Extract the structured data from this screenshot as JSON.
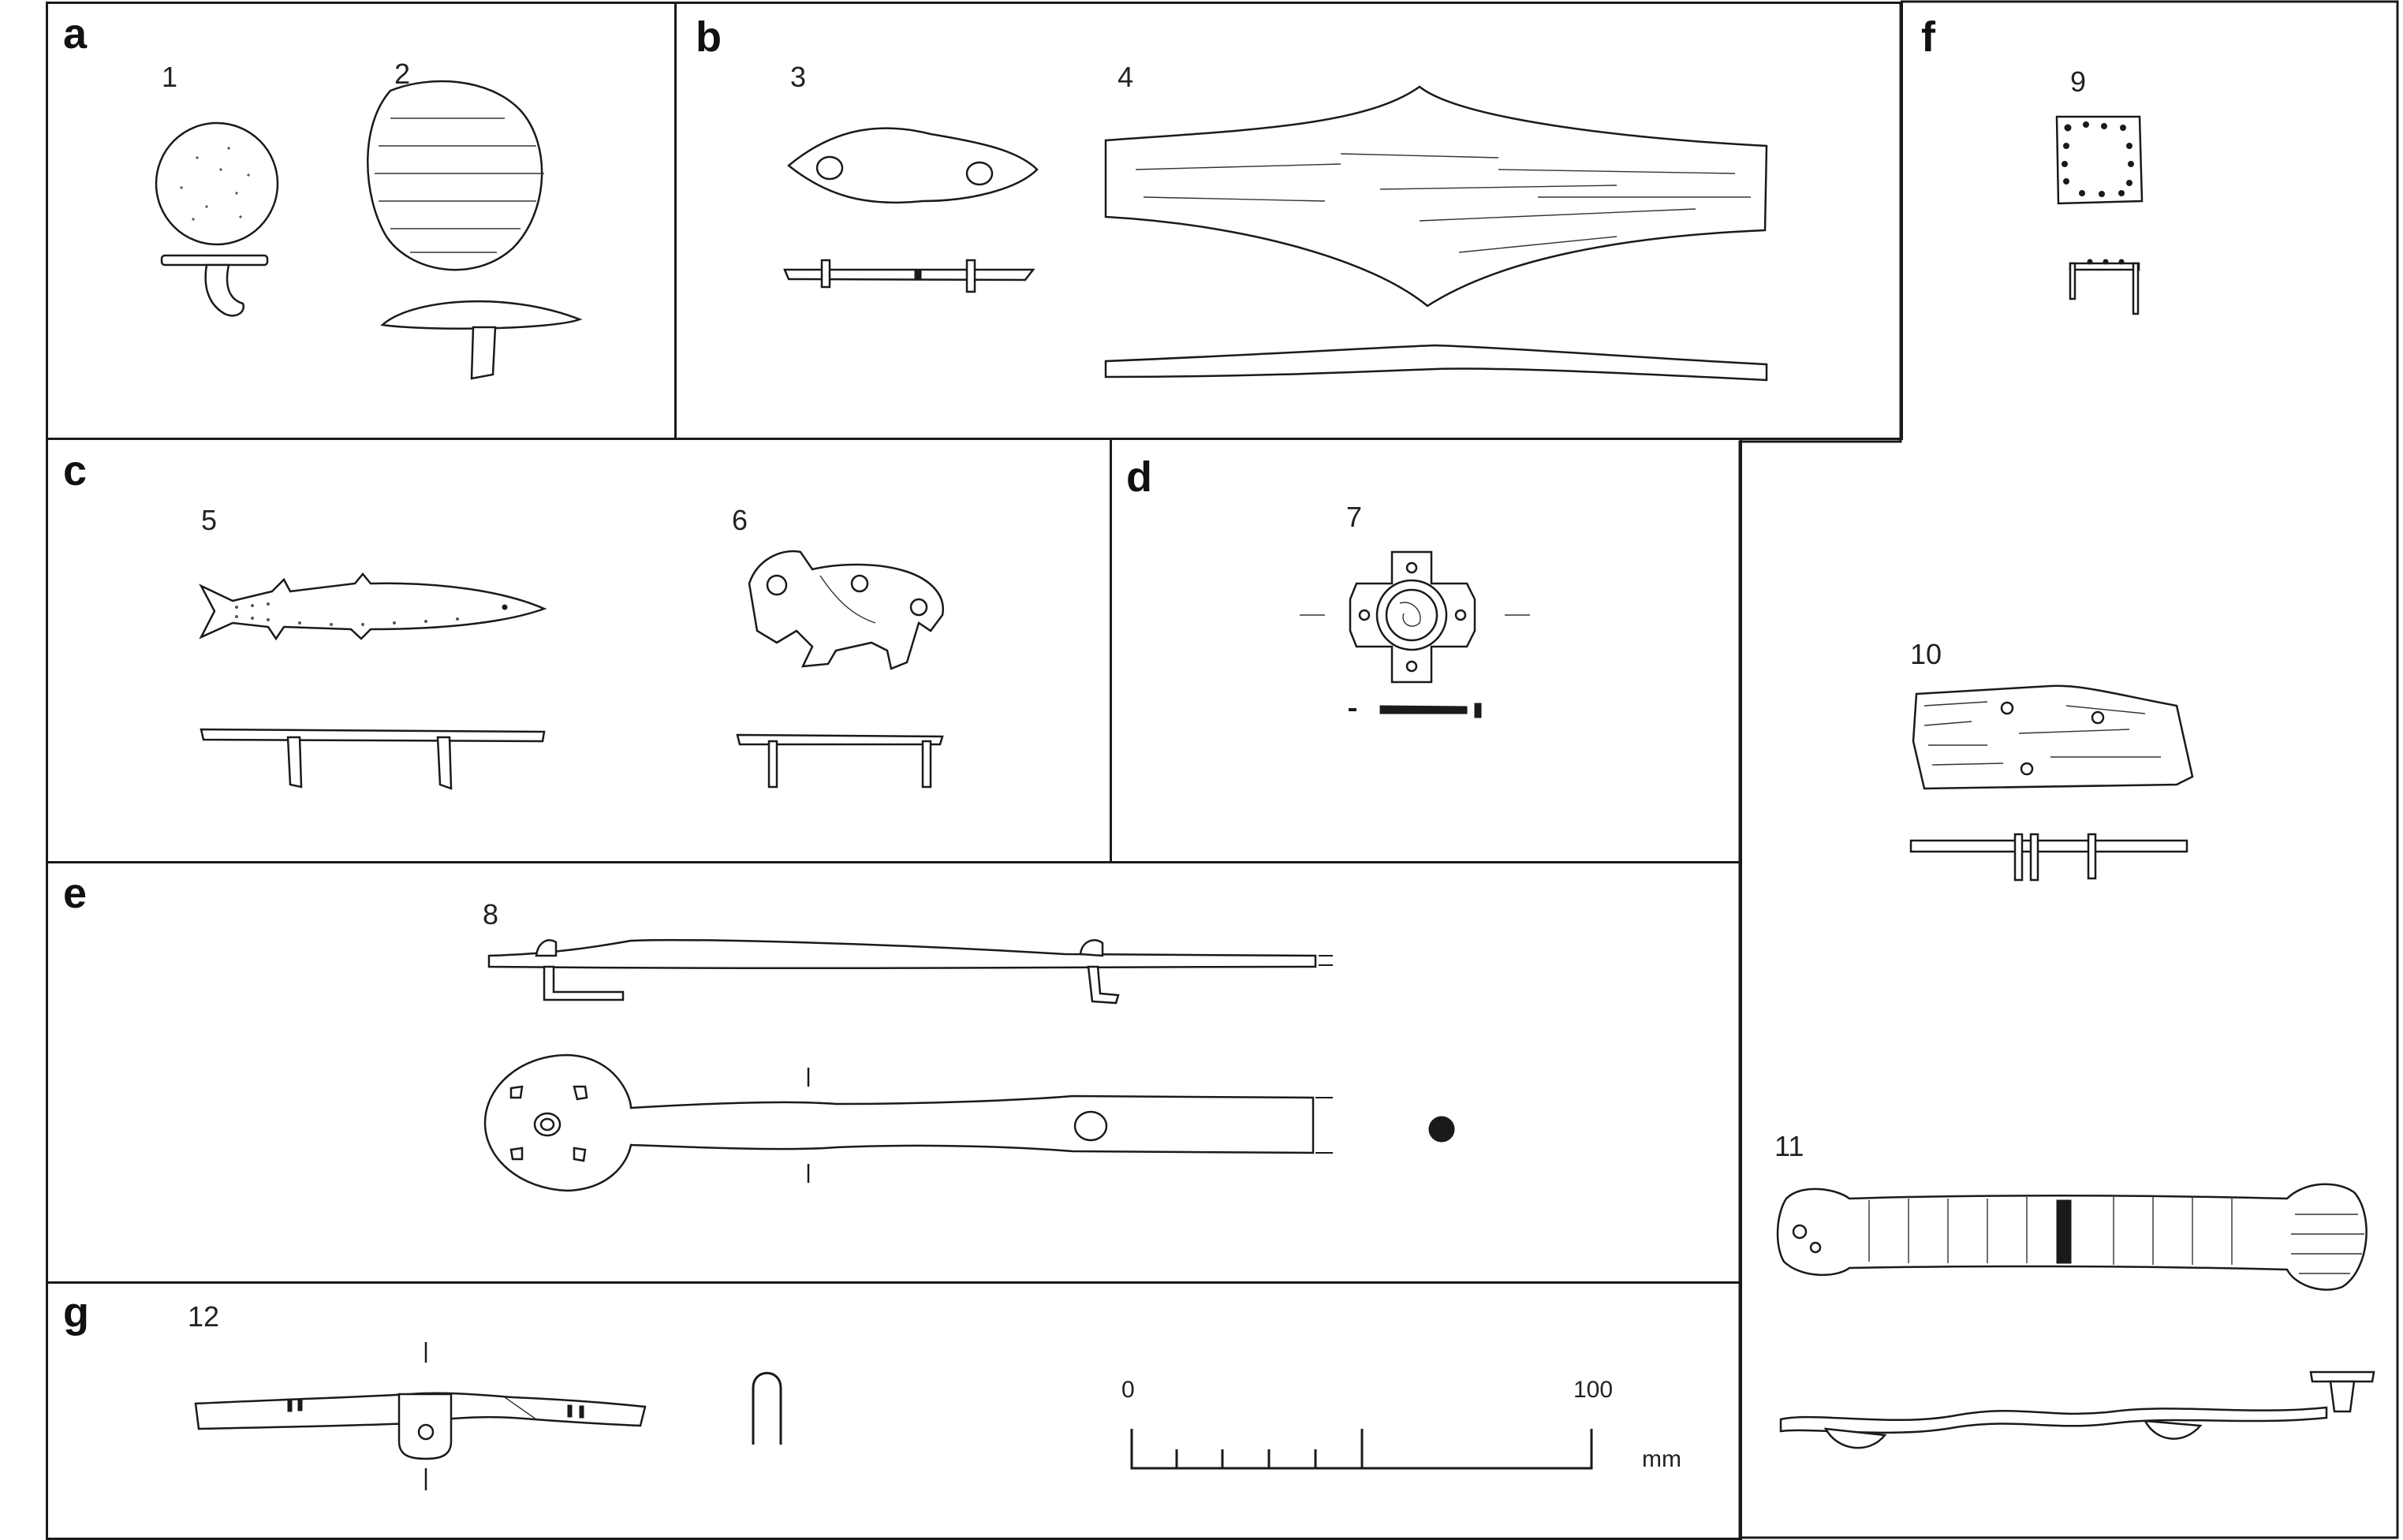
{
  "panels": {
    "a": "a",
    "b": "b",
    "c": "c",
    "d": "d",
    "e": "e",
    "f": "f",
    "g": "g"
  },
  "objects": {
    "n1": "1",
    "n2": "2",
    "n3": "3",
    "n4": "4",
    "n5": "5",
    "n6": "6",
    "n7": "7",
    "n8": "8",
    "n9": "9",
    "n10": "10",
    "n11": "11",
    "n12": "12"
  },
  "scale": {
    "start": "0",
    "end": "100",
    "unit": "mm"
  },
  "colors": {
    "ink": "#1a1a1a",
    "paper": "#ffffff"
  }
}
